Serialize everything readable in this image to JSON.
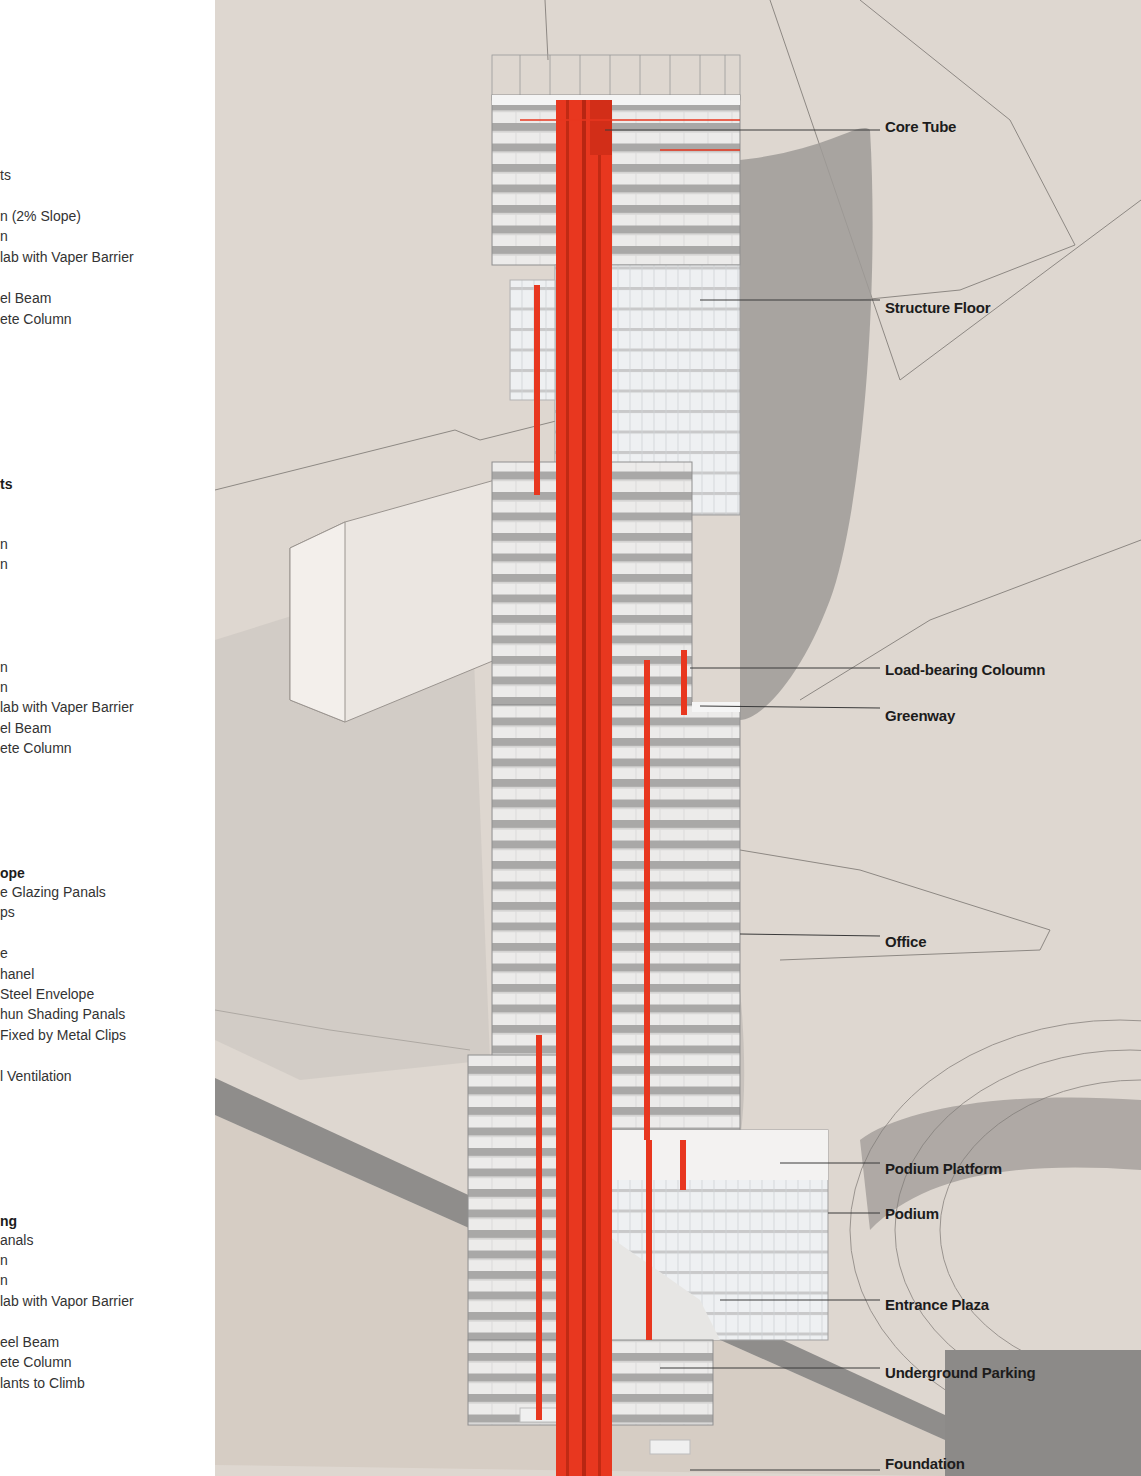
{
  "diagram": {
    "labels": [
      "ts",
      "n (2% Slope)",
      "n",
      "lab with Vaper Barrier",
      "el Beam",
      "ete Column",
      "ts",
      "n",
      "n",
      "n",
      "n",
      "lab with Vaper Barrier",
      "el Beam",
      "ete Column",
      "ope",
      "e Glazing Panals",
      "ps",
      "e",
      "hanel",
      "Steel Envelope",
      "hun Shading Panals",
      "Fixed by Metal Clips",
      "l Ventilation",
      "ng",
      "anals",
      "n",
      "n",
      "lab with Vapor Barrier",
      "eel Beam",
      "ete Column",
      "lants to Climb",
      "Core Tube",
      "Structure Floor",
      "Load-bearing Coloumn",
      "Greenway",
      "Office",
      "Podium Platform",
      "Podium",
      "Entrance Plaza",
      "Underground Parking",
      "Foundation"
    ]
  }
}
